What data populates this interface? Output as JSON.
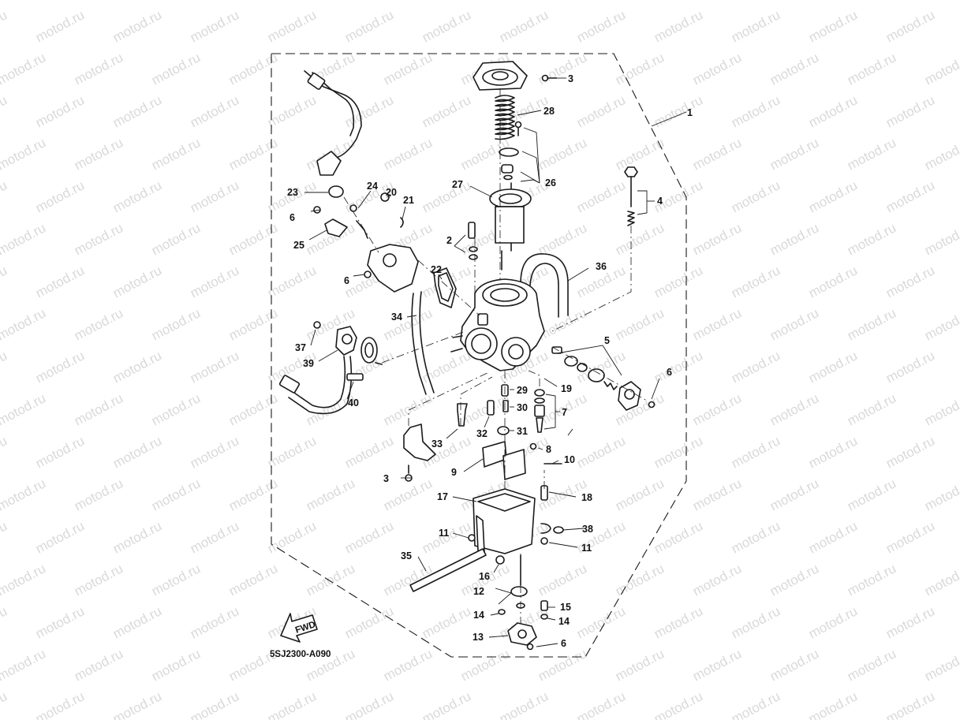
{
  "watermark": {
    "text": "motod.ru"
  },
  "diagram_code": "5SJ2300-A090",
  "fwd_label": "FWD",
  "callouts": [
    "1",
    "2",
    "3",
    "3",
    "4",
    "5",
    "6",
    "6",
    "6",
    "6",
    "7",
    "8",
    "9",
    "10",
    "11",
    "11",
    "12",
    "13",
    "14",
    "14",
    "15",
    "16",
    "17",
    "18",
    "19",
    "20",
    "21",
    "22",
    "23",
    "24",
    "25",
    "26",
    "27",
    "28",
    "29",
    "30",
    "31",
    "32",
    "33",
    "34",
    "35",
    "36",
    "37",
    "38",
    "39",
    "40"
  ]
}
